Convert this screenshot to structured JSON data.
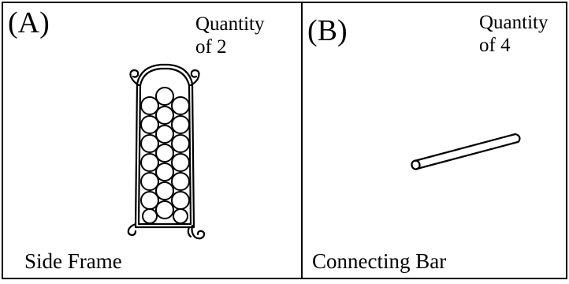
{
  "panels": [
    {
      "letter": "(A)",
      "quantity_line1": "Quantity",
      "quantity_line2": "of 2",
      "caption": "Side Frame",
      "icon": "wine-rack-side-frame"
    },
    {
      "letter": "(B)",
      "quantity_line1": "Quantity",
      "quantity_line2": "of 4",
      "caption": "Connecting Bar",
      "icon": "connecting-bar"
    }
  ],
  "colors": {
    "ink": "#000000",
    "paper": "#ffffff"
  }
}
